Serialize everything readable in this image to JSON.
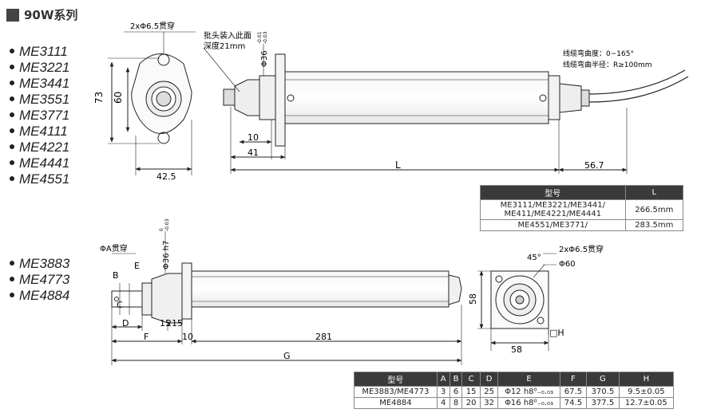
{
  "section_title": "90W系列",
  "models_group_a": [
    "ME3111",
    "ME3221",
    "ME3441",
    "ME3551",
    "ME3771",
    "ME4111",
    "ME4221",
    "ME4441",
    "ME4551"
  ],
  "models_group_b": [
    "ME3883",
    "ME4773",
    "ME4884"
  ],
  "drawing_top": {
    "hole_note": "2xΦ6.5贯穿",
    "insert_note_1": "批头装入此面",
    "insert_note_2": "深度21mm",
    "dim_73": "73",
    "dim_60": "60",
    "dim_42_5": "42.5",
    "dia_36": "Φ36",
    "tol_upper": "-0.01",
    "tol_lower": "-0.03",
    "dim_10": "10",
    "dim_41": "41",
    "dim_L": "L",
    "dim_56_7": "56.7",
    "cable_bend": "线缆弯曲度：0~165°",
    "cable_radius": "线缆弯曲半径：R≥100mm"
  },
  "table1": {
    "headers": [
      "型号",
      "L"
    ],
    "rows": [
      [
        "ME3111/ME3221/ME3441/\nME411/ME4221/ME4441",
        "266.5mm"
      ],
      [
        "ME4551/ME3771/",
        "283.5mm"
      ]
    ]
  },
  "drawing_bottom": {
    "phiA_note": "ΦA贯穿",
    "label_B": "B",
    "label_E": "E",
    "label_C": "C",
    "label_D": "D",
    "label_F": "F",
    "label_G": "G",
    "dim_15": "15",
    "dim_215": "215",
    "dim_10": "10",
    "dim_281": "281",
    "dia_36_h7": "Φ36 h7",
    "h7_upper": "0",
    "h7_lower": "-0.03",
    "hole_note": "2xΦ6.5贯穿",
    "angle_45": "45°",
    "dia_60": "Φ60",
    "dim_58_v": "58",
    "dim_58_h": "58",
    "label_H": "□H"
  },
  "table2": {
    "headers": [
      "型号",
      "A",
      "B",
      "C",
      "D",
      "E",
      "F",
      "G",
      "H"
    ],
    "rows": [
      [
        "ME3883/ME4773",
        "3",
        "6",
        "15",
        "25",
        "Φ12 h8⁰₋₀.₀₃",
        "67.5",
        "370.5",
        "9.5±0.05"
      ],
      [
        "ME4884",
        "4",
        "8",
        "20",
        "32",
        "Φ16 h8⁰₋₀.₀₃",
        "74.5",
        "377.5",
        "12.7±0.05"
      ]
    ]
  }
}
